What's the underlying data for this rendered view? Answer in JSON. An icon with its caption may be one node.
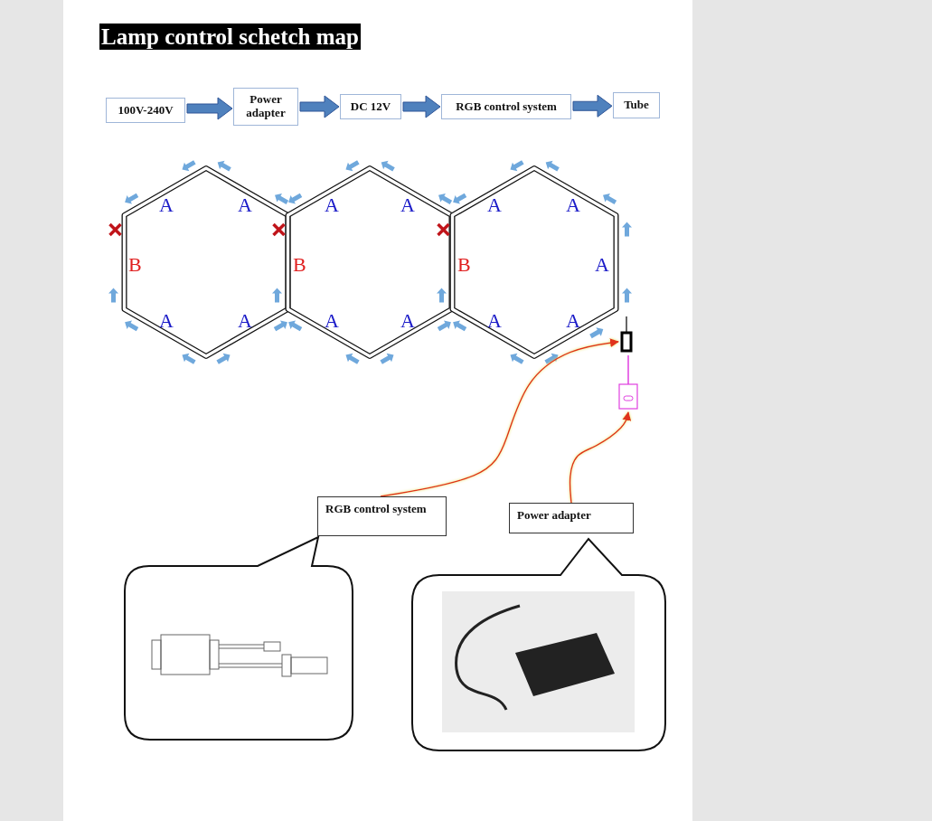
{
  "diagram": {
    "title": "Lamp control schetch map",
    "nodes": [
      {
        "text": [
          "100V-240V"
        ]
      },
      {
        "text": [
          "Power adapter"
        ]
      },
      {
        "text": [
          "DC 12V"
        ]
      },
      {
        "text": [
          "RGB control system"
        ]
      },
      {
        "text": [
          "Tube"
        ]
      },
      {
        "text": [],
        "shape": "box"
      },
      {
        "text": [],
        "shape": "box"
      },
      {
        "text": [
          "RGB control system"
        ]
      },
      {
        "text": [
          "Power adapter"
        ]
      }
    ],
    "edges": [
      {
        "from": 0,
        "to": 1,
        "arrow": "to",
        "style": "thick"
      },
      {
        "from": 1,
        "to": 2,
        "arrow": "to",
        "style": "thick"
      },
      {
        "from": 2,
        "to": 3,
        "arrow": "to",
        "style": "thick"
      },
      {
        "from": 3,
        "to": 4,
        "arrow": "to",
        "style": "thick"
      },
      {
        "from": 7,
        "to": 5,
        "arrow": "to",
        "color": "#e0301e"
      },
      {
        "from": 8,
        "to": 6,
        "arrow": "to",
        "color": "#e0301e"
      }
    ],
    "labels": [
      "A",
      "A",
      "A",
      "A",
      "A",
      "A",
      "B",
      "B",
      "B",
      "A",
      "A",
      "A",
      "A",
      "A",
      "A",
      "A"
    ]
  }
}
